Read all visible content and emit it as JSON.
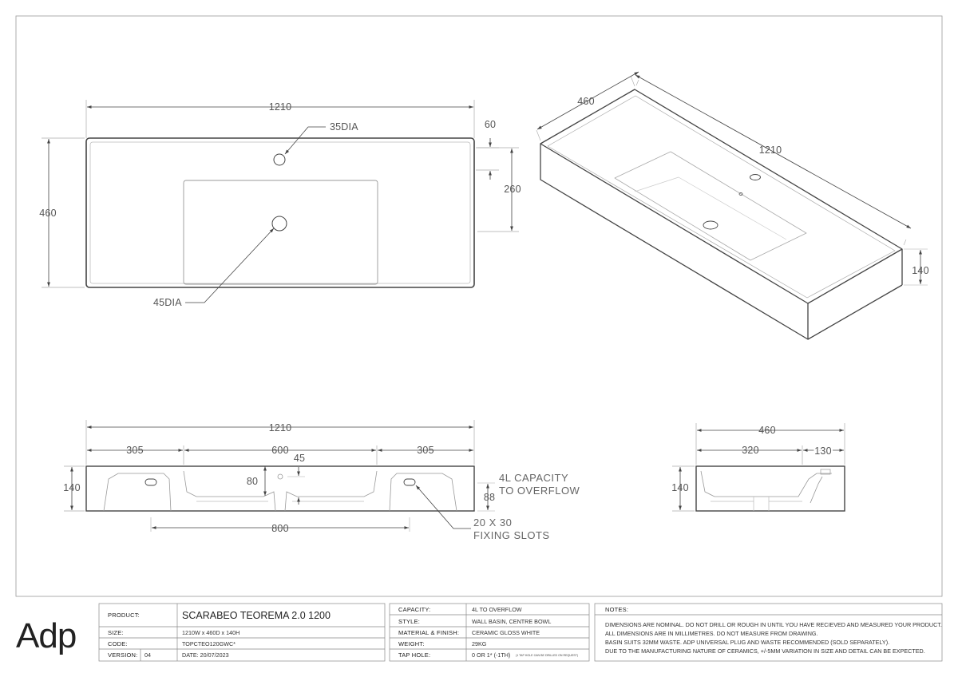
{
  "views": {
    "plan": {
      "width": "1210",
      "depth": "460",
      "tap_hole": "35DIA",
      "waste": "45DIA",
      "tap_offset": "60",
      "bowl_depth": "260"
    },
    "iso": {
      "depth": "460",
      "width": "1210",
      "height": "140"
    },
    "front": {
      "width": "1210",
      "left": "305",
      "middle": "600",
      "right": "305",
      "height": "140",
      "bowl_depth": "80",
      "waste_offset": "45",
      "overflow_height": "88",
      "capacity_line1": "4L CAPACITY",
      "capacity_line2": "TO OVERFLOW",
      "slot_spacing": "800",
      "slots_line1": "20 X 30",
      "slots_line2": "FIXING SLOTS"
    },
    "side": {
      "depth": "460",
      "front": "320",
      "back": "130",
      "height": "140"
    }
  },
  "title_block": {
    "logo": "Adp",
    "product_label": "PRODUCT:",
    "product_value": "SCARABEO TEOREMA 2.0 1200",
    "size_label": "SIZE:",
    "size_value": "1210W x 460D x 140H",
    "code_label": "CODE:",
    "code_value": "TOPCTEO120GWC*",
    "version_label": "VERSION:",
    "version_value": "04",
    "date_value": "DATE: 20/07/2023",
    "capacity_label": "CAPACITY:",
    "capacity_value": "4L TO OVERFLOW",
    "style_label": "STYLE:",
    "style_value": "WALL BASIN, CENTRE BOWL",
    "material_label": "MATERIAL & FINISH:",
    "material_value": "CERAMIC GLOSS WHITE",
    "weight_label": "WEIGHT:",
    "weight_value": "29KG",
    "taphole_label": "TAP HOLE:",
    "taphole_value": "0 OR 1* (-1TH)",
    "taphole_note": "(1 TAP HOLE CAN BE DRILLED ON REQUEST)",
    "notes_label": "NOTES:",
    "notes": [
      "DIMENSIONS ARE NOMINAL. DO NOT DRILL OR ROUGH IN UNTIL YOU HAVE RECIEVED AND MEASURED YOUR PRODUCT.",
      "ALL DIMENSIONS ARE IN MILLIMETRES. DO NOT MEASURE FROM DRAWING.",
      "BASIN SUITS 32MM WASTE. ADP UNIVERSAL PLUG AND WASTE RECOMMENDED (SOLD SEPARATELY).",
      "DUE TO THE MANUFACTURING NATURE OF CERAMICS, +/-5MM VARIATION IN SIZE AND DETAIL CAN BE EXPECTED."
    ]
  }
}
